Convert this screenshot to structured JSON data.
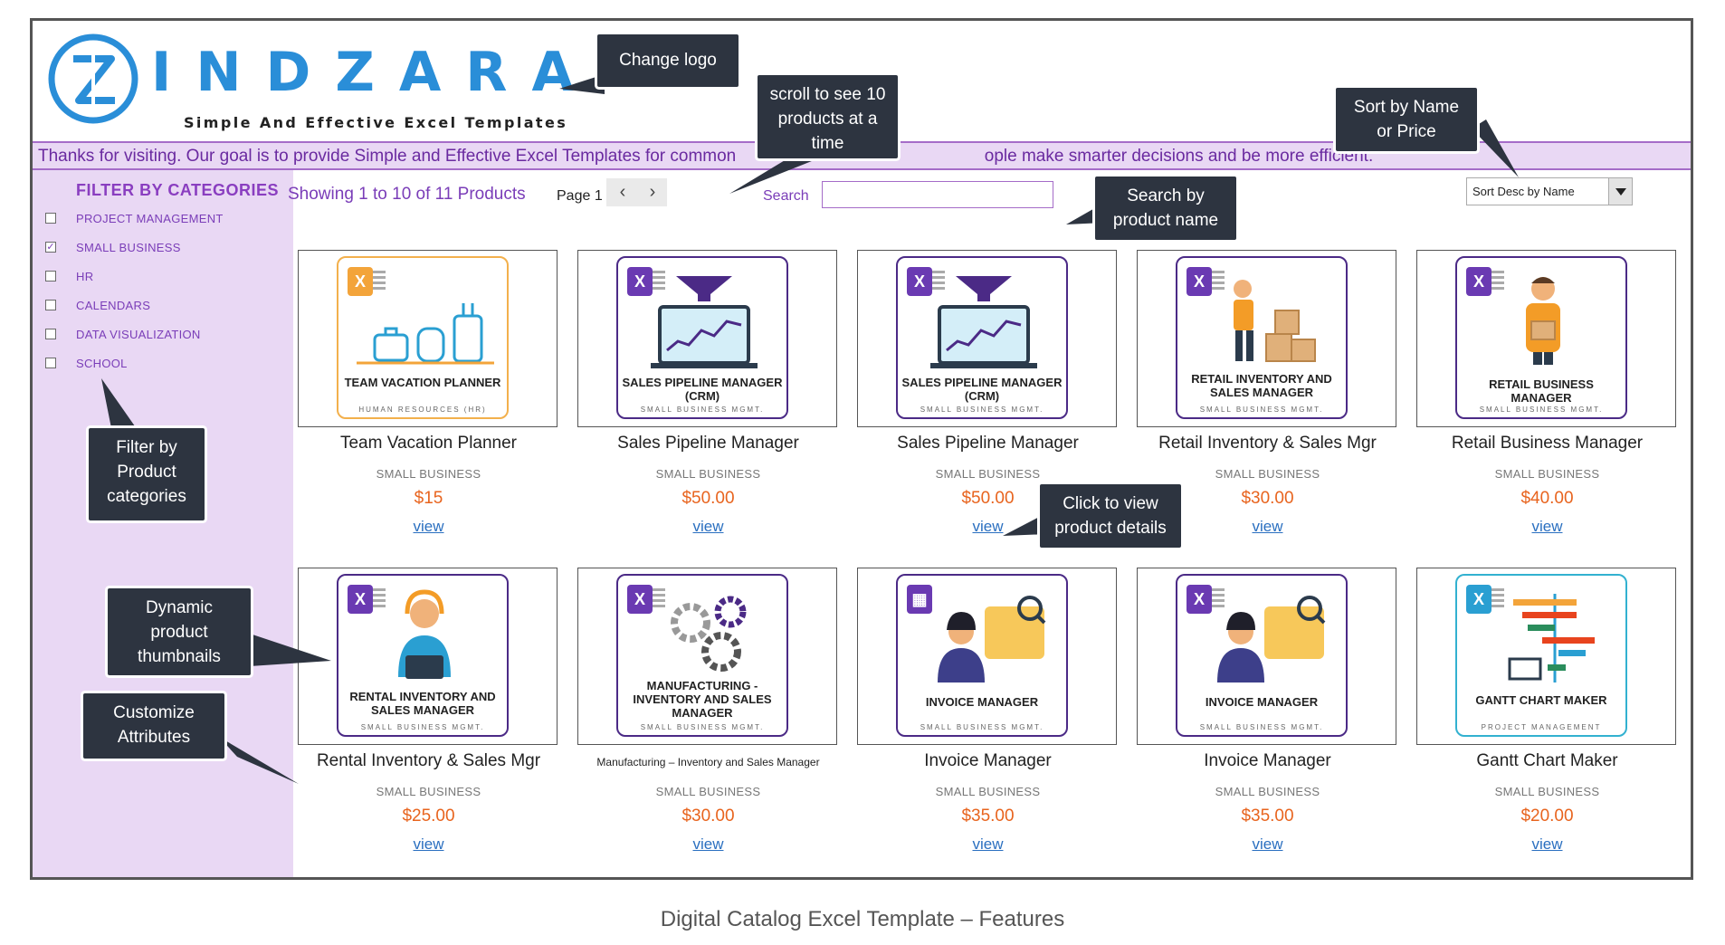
{
  "logo": {
    "wordmark": "INDZARA",
    "tagline": "Simple And Effective Excel Templates"
  },
  "banner": "Thanks for visiting. Our goal is to provide Simple and Effective Excel Templates for common                                                    ople make smarter decisions and be more efficient.",
  "sidebar": {
    "title": "FILTER BY CATEGORIES",
    "categories": [
      {
        "label": "PROJECT MANAGEMENT",
        "checked": false
      },
      {
        "label": "SMALL BUSINESS",
        "checked": true
      },
      {
        "label": "HR",
        "checked": false
      },
      {
        "label": "CALENDARS",
        "checked": false
      },
      {
        "label": "DATA VISUALIZATION",
        "checked": false
      },
      {
        "label": "SCHOOL",
        "checked": false
      }
    ]
  },
  "toolbar": {
    "showing": "Showing 1 to 10 of 11 Products",
    "page": "Page 1",
    "prev": "‹",
    "next": "›",
    "search_label": "Search",
    "search_value": "",
    "sort_value": "Sort Desc by Name"
  },
  "products": [
    {
      "name": "Team Vacation Planner",
      "category": "SMALL BUSINESS",
      "price": "$15",
      "view": "view",
      "thumb_title": "TEAM VACATION PLANNER",
      "thumb_sub": "HUMAN RESOURCES (HR)"
    },
    {
      "name": "Sales Pipeline Manager",
      "category": "SMALL BUSINESS",
      "price": "$50.00",
      "view": "view",
      "thumb_title": "SALES PIPELINE MANAGER (CRM)",
      "thumb_sub": "SMALL BUSINESS MGMT."
    },
    {
      "name": "Sales Pipeline Manager",
      "category": "SMALL BUSINESS",
      "price": "$50.00",
      "view": "view",
      "thumb_title": "SALES PIPELINE MANAGER (CRM)",
      "thumb_sub": "SMALL BUSINESS MGMT."
    },
    {
      "name": "Retail Inventory & Sales Mgr",
      "category": "SMALL BUSINESS",
      "price": "$30.00",
      "view": "view",
      "thumb_title": "RETAIL INVENTORY AND SALES MANAGER",
      "thumb_sub": "SMALL BUSINESS MGMT."
    },
    {
      "name": "Retail Business Manager",
      "category": "SMALL BUSINESS",
      "price": "$40.00",
      "view": "view",
      "thumb_title": "RETAIL BUSINESS MANAGER",
      "thumb_sub": "SMALL BUSINESS MGMT."
    },
    {
      "name": "Rental Inventory & Sales Mgr",
      "category": "SMALL BUSINESS",
      "price": "$25.00",
      "view": "view",
      "thumb_title": "RENTAL INVENTORY AND SALES MANAGER",
      "thumb_sub": "SMALL BUSINESS MGMT."
    },
    {
      "name": "Manufacturing – Inventory and Sales Manager",
      "category": "SMALL BUSINESS",
      "price": "$30.00",
      "view": "view",
      "thumb_title": "MANUFACTURING - INVENTORY AND SALES MANAGER",
      "thumb_sub": "SMALL BUSINESS MGMT."
    },
    {
      "name": "Invoice Manager",
      "category": "SMALL BUSINESS",
      "price": "$35.00",
      "view": "view",
      "thumb_title": "INVOICE MANAGER",
      "thumb_sub": "SMALL BUSINESS MGMT."
    },
    {
      "name": "Invoice Manager",
      "category": "SMALL BUSINESS",
      "price": "$35.00",
      "view": "view",
      "thumb_title": "INVOICE MANAGER",
      "thumb_sub": "SMALL BUSINESS MGMT."
    },
    {
      "name": "Gantt Chart Maker",
      "category": "SMALL BUSINESS",
      "price": "$20.00",
      "view": "view",
      "thumb_title": "GANTT CHART MAKER",
      "thumb_sub": "PROJECT MANAGEMENT"
    }
  ],
  "callouts": {
    "change_logo": "Change logo",
    "scroll": "scroll to see 10 products at a time",
    "sort": "Sort by Name or Price",
    "search": "Search by product name",
    "filter": "Filter by Product categories",
    "click_view": "Click to view product details",
    "thumbnails": "Dynamic product thumbnails",
    "customize": "Customize Attributes"
  },
  "caption": "Digital Catalog Excel Template – Features",
  "colors": {
    "brand_blue": "#2a8ed8",
    "purple": "#7a3db8",
    "sidebar_bg": "#e9d8f4",
    "price": "#e8641e",
    "callout_bg": "#2d3440"
  }
}
